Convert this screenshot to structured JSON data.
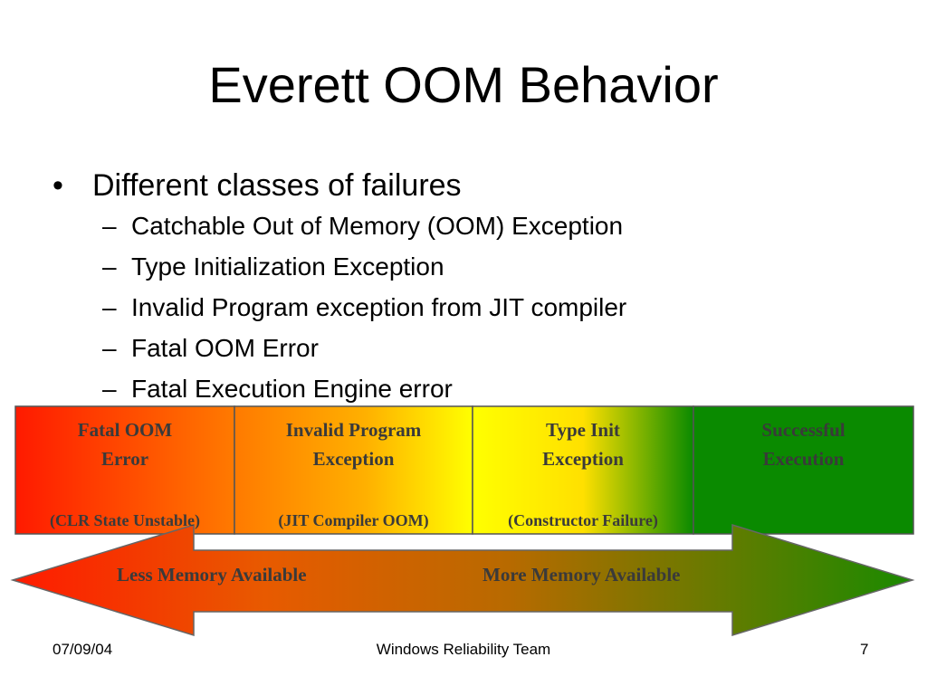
{
  "slide": {
    "title": "Everett OOM Behavior",
    "bullet": "Different classes of failures",
    "bullet_marker": "•",
    "sub_marker": "–",
    "sub_bullets": [
      "Catchable Out of Memory (OOM) Exception",
      "Type Initialization Exception",
      "Invalid Program exception from JIT compiler",
      "Fatal OOM Error",
      "Fatal Execution Engine error"
    ]
  },
  "diagram": {
    "boxes": [
      {
        "title": "Fatal OOM\nError",
        "subtitle": "(CLR State Unstable)"
      },
      {
        "title": "Invalid Program\nException",
        "subtitle": "(JIT Compiler OOM)"
      },
      {
        "title": "Type Init\nException",
        "subtitle": "(Constructor Failure)"
      },
      {
        "title": "Successful\nExecution",
        "subtitle": ""
      }
    ],
    "arrow_left_label": "Less Memory Available",
    "arrow_right_label": "More Memory Available",
    "colors": {
      "red": "#ff1a00",
      "orange": "#ff8000",
      "yellow": "#ffff00",
      "green": "#008000"
    }
  },
  "footer": {
    "date": "07/09/04",
    "center": "Windows Reliability Team",
    "page": "7"
  }
}
